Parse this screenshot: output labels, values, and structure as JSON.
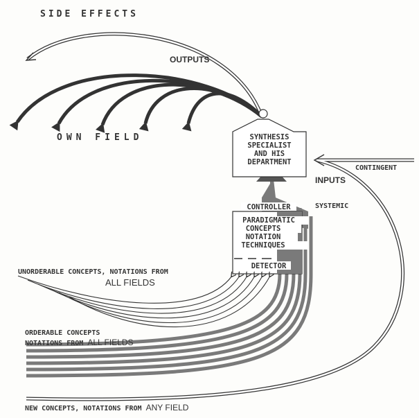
{
  "labels": {
    "side_effects": "SIDE EFFECTS",
    "outputs": "OUTPUTS",
    "own_field": "OWN FIELD",
    "box_line1": "SYNTHESIS",
    "box_line2": "SPECIALIST",
    "box_line3": "AND HIS",
    "box_line4": "DEPARTMENT",
    "contingent": "CONTINGENT",
    "inputs": "INPUTS",
    "systemic": "SYSTEMIC",
    "controller": "CONTROLLER",
    "filter_line1": "PARADIGMATIC",
    "filter_line2": "CONCEPTS",
    "filter_line3": "NOTATION",
    "filter_line4": "TECHNIQUES",
    "detector": "DETECTOR",
    "unorderable_a": "UNORDERABLE CONCEPTS, NOTATIONS FROM",
    "unorderable_b": "ALL FIELDS",
    "orderable_a": "ORDERABLE CONCEPTS",
    "orderable_b1": "NOTATIONS FROM ",
    "orderable_b2": "ALL FIELDS",
    "new_a": "NEW CONCEPTS, NOTATIONS FROM ",
    "new_b": "ANY FIELD"
  },
  "colors": {
    "ink": "#333333",
    "grey": "#7a7a7a"
  }
}
